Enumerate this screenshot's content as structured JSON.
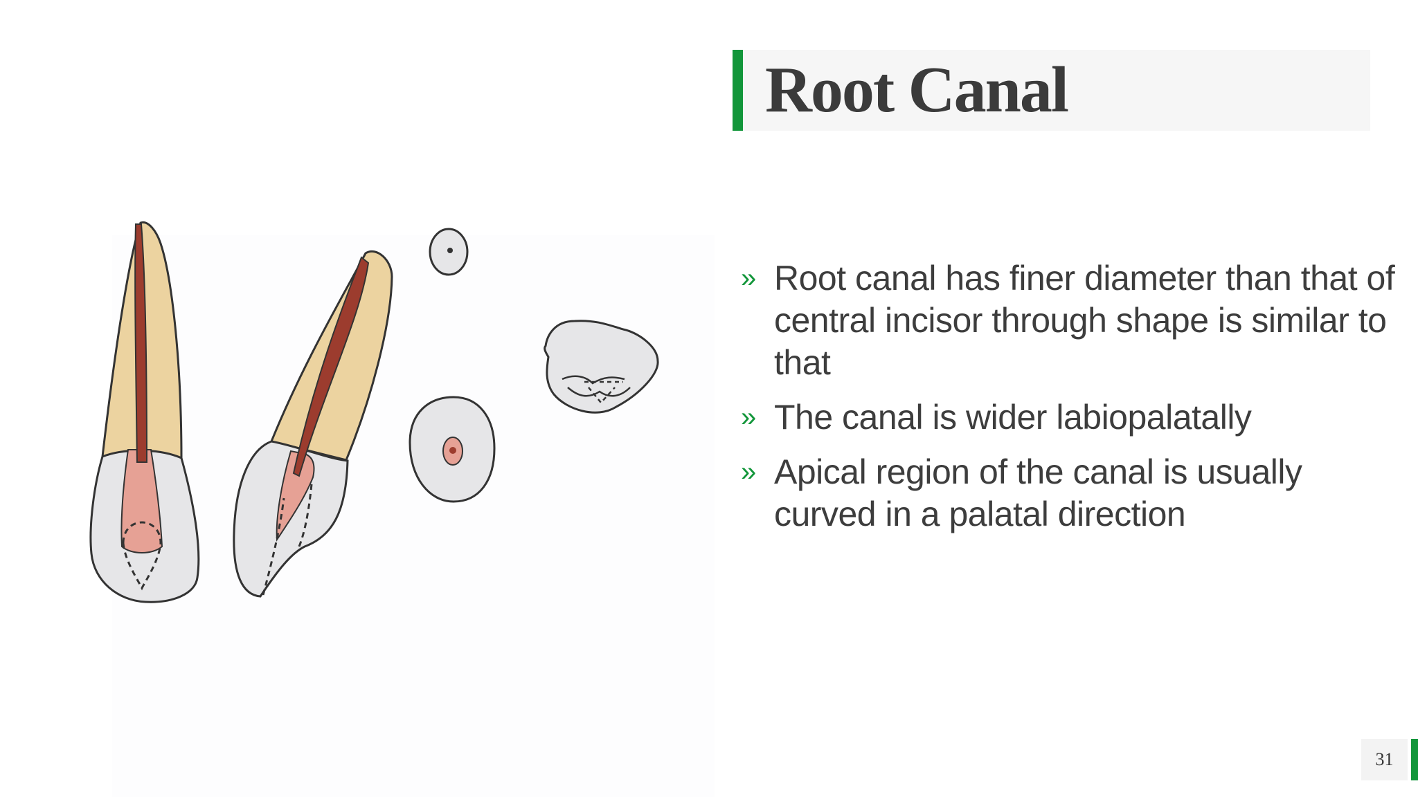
{
  "slide": {
    "title": "Root Canal",
    "bullets": [
      {
        "marker": "»",
        "text": "Root canal has finer diameter than that of central incisor through shape is similar to that"
      },
      {
        "marker": "»",
        "text": "The canal is wider labiopalatally"
      },
      {
        "marker": "»",
        "text": "Apical region of the canal is usually curved in a palatal direction"
      }
    ],
    "page_number": "31"
  },
  "colors": {
    "accent": "#12963a",
    "title_text": "#3b3b3b",
    "body_text": "#3d3d3d",
    "dentin": "#ecd3a0",
    "pulp_canal": "#9c3c2e",
    "pulp_chamber": "#e6a195",
    "enamel_crown": "#e6e6e8"
  },
  "illustration": {
    "subject": "maxillary lateral incisor root canal anatomy",
    "views": [
      "labial-section",
      "proximal-section",
      "cross-section-apical",
      "cross-section-cervical",
      "incisal-view"
    ]
  }
}
